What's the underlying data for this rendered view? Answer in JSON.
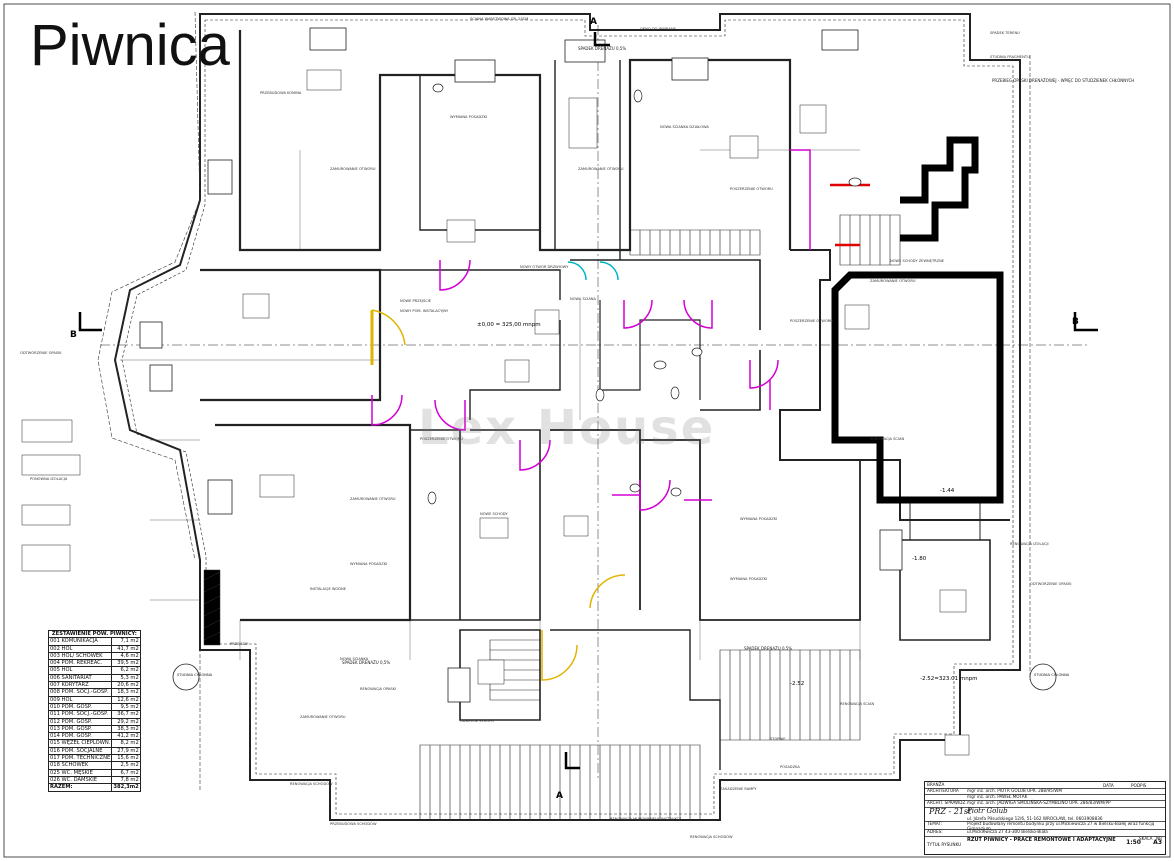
{
  "title": "Piwnica",
  "watermark": "Lex House",
  "section_marks": {
    "a_top": "A",
    "a_bottom": "A",
    "b_left": "B",
    "b_right": "B"
  },
  "levels": {
    "l1": "-1.44",
    "l2": "-1.80",
    "l3": "-2.52",
    "l4": "-2.52=323.01 mnpm",
    "l5": "±0,00 = 325,00 mnpm"
  },
  "labels": {
    "studnia_left": "STUDNIA CHŁONNA",
    "studnia_right": "STUDNIA CHŁONNA",
    "drainage": "PRZEBIEG OPASKI DRENAŻOWEJ - WPIĘC DO STUDZIENEK CHŁONNYCH",
    "spadek1": "SPADEK DRENAŻU 0,5%",
    "spadek2": "SPADEK DRENAŻU 0,5%",
    "spadek3": "SPADEK DRENAŻU 0,5%"
  },
  "summary": {
    "header": "ZESTAWIENIE POW. PIWNICY:",
    "rows": [
      [
        "001 KOMUNIKACJA",
        "7,1 m2"
      ],
      [
        "002 HOL",
        "41,7 m2"
      ],
      [
        "003 HOL/ SCHOWEK",
        "4,6 m2"
      ],
      [
        "004 POM. REKREAC.",
        "39,5 m2"
      ],
      [
        "005 HOL",
        "6,2 m2"
      ],
      [
        "006 SANITARIAT",
        "5,3 m2"
      ],
      [
        "007 KORYTARZ",
        "20,6 m2"
      ],
      [
        "008 POM. SOCJ.-GOSP.",
        "18,3 m2"
      ],
      [
        "009 HOL",
        "12,6 m2"
      ],
      [
        "010 POM. GOSP.",
        "9,5 m2"
      ],
      [
        "011 POM. SOCJ.-GOSP.",
        "36,7 m2"
      ],
      [
        "012 POM. GOSP.",
        "29,2 m2"
      ],
      [
        "013 POM. GOSP.",
        "38,3 m2"
      ],
      [
        "014 POM. GOSP.",
        "41,2 m2"
      ],
      [
        "015 WĘZEŁ CIEPLOWN.",
        "8,2 m2"
      ],
      [
        "016 POM. SOCJALNE",
        "27,9 m2"
      ],
      [
        "017 POM. TECHNICZNE",
        "15,6 m2"
      ],
      [
        "018 SCHOWEK",
        "2,5 m2"
      ],
      [
        "025 WC. MĘSKIE",
        "6,7 m2"
      ],
      [
        "026 WC. DAMSKIE",
        "7,8 m2"
      ]
    ],
    "total_label": "RAZEM:",
    "total_value": "382,3m2"
  },
  "title_block": {
    "col_stamp": "PODPIS",
    "col_date": "DATA",
    "row_branza": {
      "label": "BRANŻA",
      "value": ""
    },
    "row_architektura": {
      "label": "ARCHITEKTURA",
      "value": "mgr inż. arch. PIOTR GOLUB  UPR. 288/95/WM"
    },
    "row_architektura2": {
      "label": "",
      "value": "mgr inż. arch. PAWEŁ MOTAK"
    },
    "row_sprawdz": {
      "label": "ARCHIT. SPRAWDZ.",
      "value": "mgr inż. arch. JADWIGA SMOLIŃSKA-SZYMBLINO  UPR. 286/83/WM/PP"
    },
    "logo": "PRZ - 21st",
    "stamp": "Piotr Golub",
    "address": "ul. Józefa Piłsudskiego 12/6, 51-162 WROCŁAW, tel. 0603908836",
    "temat_label": "TEMAT:",
    "temat_value": "Projekt budowlany remontu budynku przy ul.Mickiewicza 27 w Bielsku-Białej wraz funkcją Gimnazjum",
    "adres_label": "ADRES:",
    "adres_value": "ul.Mickiewicza 27 43-300 Bielsko-Biała",
    "tytul_label": "TYTUŁ RYSUNKU",
    "tytul_value": "RZUT PIWNICY - PRACE REMONTOWE I ADAPTACYJNE",
    "skala_label": "SKALA",
    "skala_value": "1:50",
    "nr_label": "NR",
    "nr_value": "A3"
  }
}
